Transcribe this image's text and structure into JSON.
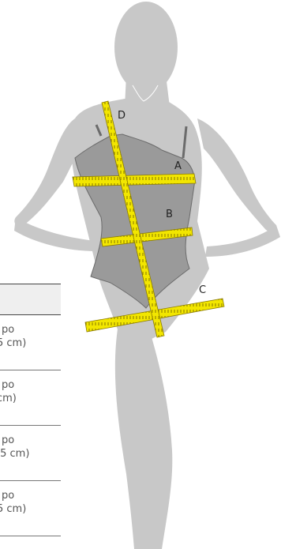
{
  "table": {
    "rows": [
      {
        "line1": "po",
        "line2": "5 cm)"
      },
      {
        "line1": "po",
        "line2": "cm)"
      },
      {
        "line1": "po",
        "line2": ".5 cm)"
      },
      {
        "line1": "po",
        "line2": "5 cm)"
      }
    ]
  },
  "figure": {
    "labels": {
      "a": "A",
      "b": "B",
      "c": "C",
      "d": "D"
    },
    "colors": {
      "body": "#c8c8c8",
      "swimsuit": "#9a9a9a",
      "tape": "#f2e600",
      "outline": "#6b6b6b"
    }
  }
}
